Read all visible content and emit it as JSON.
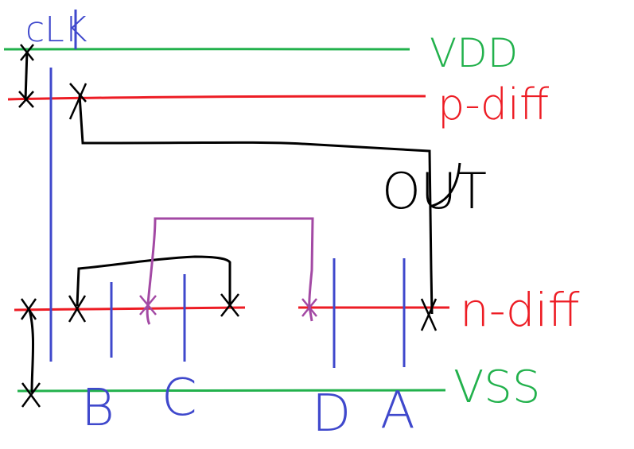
{
  "labels": {
    "clk": "cLK",
    "vdd": "VDD",
    "pdiff": "p-diff",
    "out": "OUT",
    "ndiff": "n-diff",
    "vss": "VSS",
    "gate_b": "B",
    "gate_c": "C",
    "gate_d": "D",
    "gate_a": "A"
  },
  "colors": {
    "power": "#22b14c",
    "diffusion": "#ed1c24",
    "poly": "#3f48cc",
    "metal": "#000000",
    "metal2": "#a349a4",
    "background": "#ffffff"
  }
}
